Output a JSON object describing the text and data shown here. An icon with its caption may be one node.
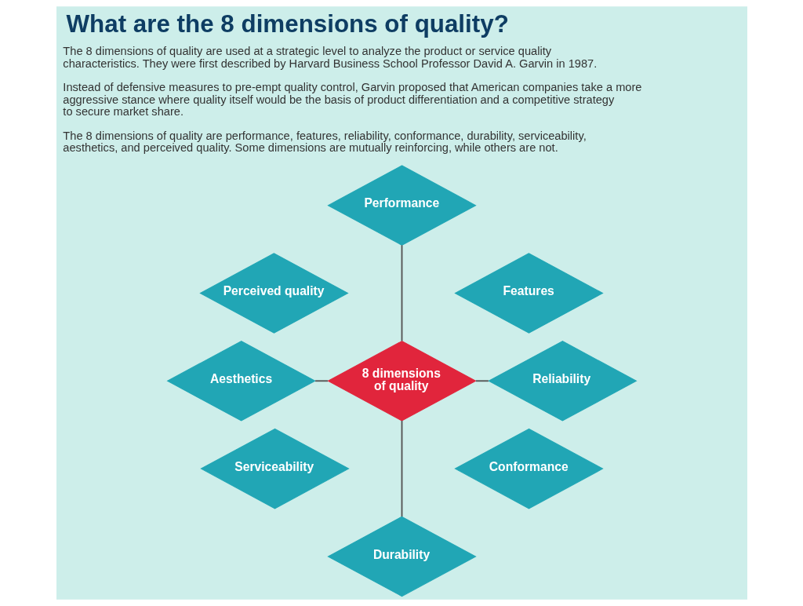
{
  "diagram": {
    "title": "What are the 8 dimensions of quality?",
    "nodes": [
      {
        "text": [
          "Performance"
        ]
      },
      {
        "text": [
          "Perceived quality"
        ]
      },
      {
        "text": [
          "Features"
        ]
      },
      {
        "text": [
          "Aesthetics"
        ]
      },
      {
        "text": [
          "8 dimensions of quality"
        ]
      },
      {
        "text": [
          "Reliability"
        ]
      },
      {
        "text": [
          "Serviceability"
        ]
      },
      {
        "text": [
          "Conformance"
        ]
      },
      {
        "text": [
          "Durability"
        ]
      }
    ],
    "edges": [
      {
        "from": 0,
        "to": 4,
        "arrow": "none"
      },
      {
        "from": 3,
        "to": 4,
        "arrow": "none"
      },
      {
        "from": 4,
        "to": 5,
        "arrow": "none"
      },
      {
        "from": 4,
        "to": 8,
        "arrow": "none"
      }
    ],
    "labels": [
      "The 8 dimensions of quality are used at a strategic level to analyze the product or service quality characteristics. They were first described by Harvard Business School Professor David A. Garvin in 1987.",
      "Instead of defensive measures to pre-empt quality control, Garvin proposed that American companies take a more aggressive stance where quality itself would be the basis of product differentiation and a competitive strategy to secure market share.",
      "The 8 dimensions of quality are performance, features, reliability, conformance, durability, serviceability, aesthetics, and perceived quality. Some dimensions are mutually reinforcing, while others are not."
    ]
  }
}
